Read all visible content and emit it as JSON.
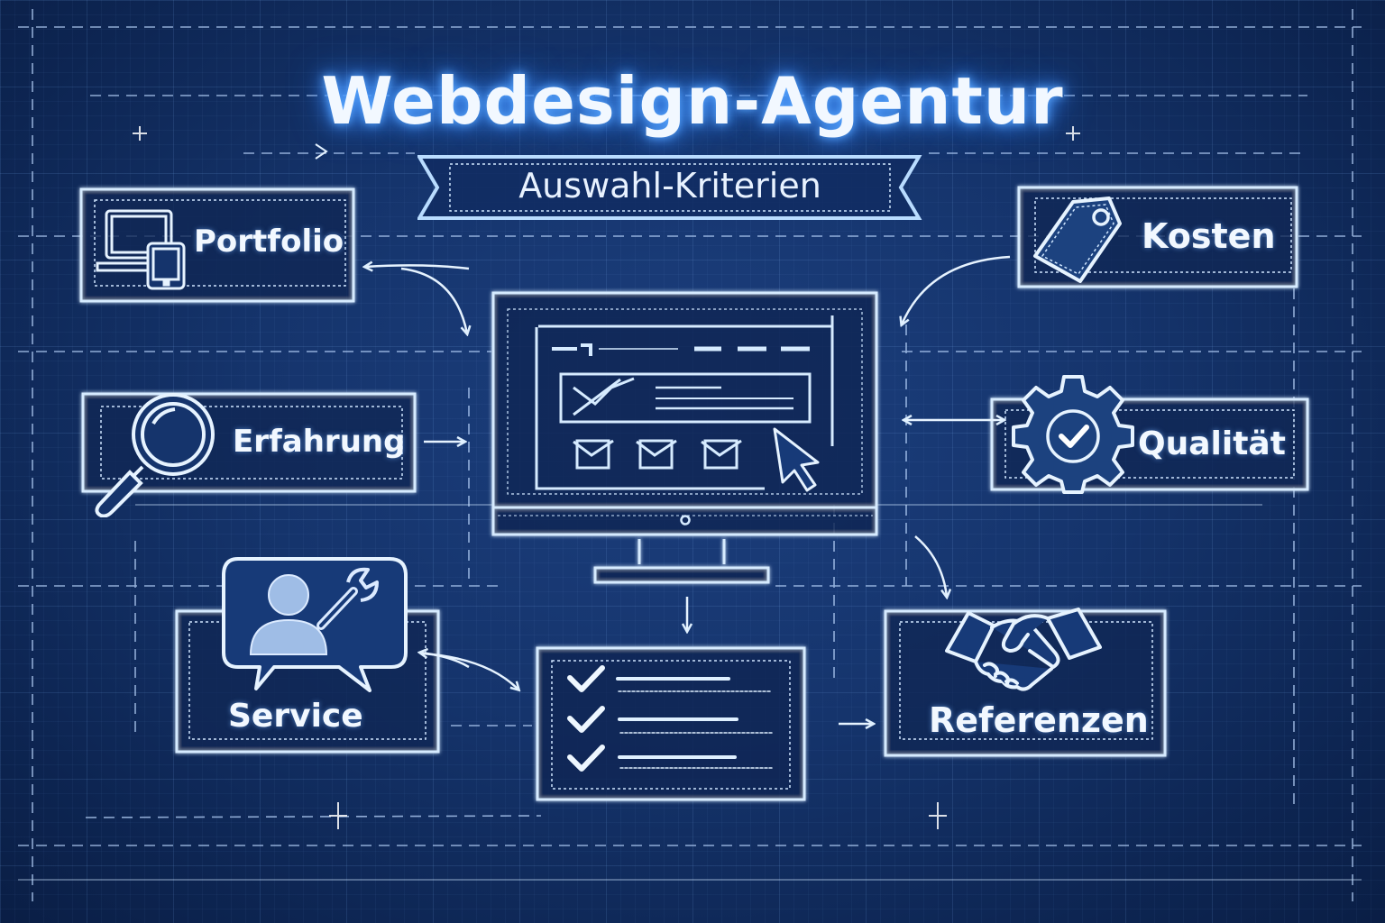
{
  "header": {
    "title": "Webdesign-Agentur",
    "subtitle": "Auswahl-Kriterien"
  },
  "criteria": [
    {
      "id": "portfolio",
      "label": "Portfolio",
      "icon": "laptop-tablet-icon"
    },
    {
      "id": "kosten",
      "label": "Kosten",
      "icon": "price-tag-icon"
    },
    {
      "id": "erfahrung",
      "label": "Erfahrung",
      "icon": "magnifying-glass-icon"
    },
    {
      "id": "qualitaet",
      "label": "Qualität",
      "icon": "gear-check-icon"
    },
    {
      "id": "service",
      "label": "Service",
      "icon": "support-person-wrench-icon"
    },
    {
      "id": "referenzen",
      "label": "Referenzen",
      "icon": "handshake-icon"
    }
  ],
  "center": {
    "icon": "monitor-website-wireframe-icon",
    "checkbox_count": 3
  },
  "checklist": {
    "icon": "checklist-icon",
    "items": 3
  },
  "colors": {
    "background": "#15346c",
    "background_dark": "#0a1e45",
    "line": "#cfe6ff",
    "glow": "#5aa8ff",
    "text": "#f2f8ff"
  }
}
